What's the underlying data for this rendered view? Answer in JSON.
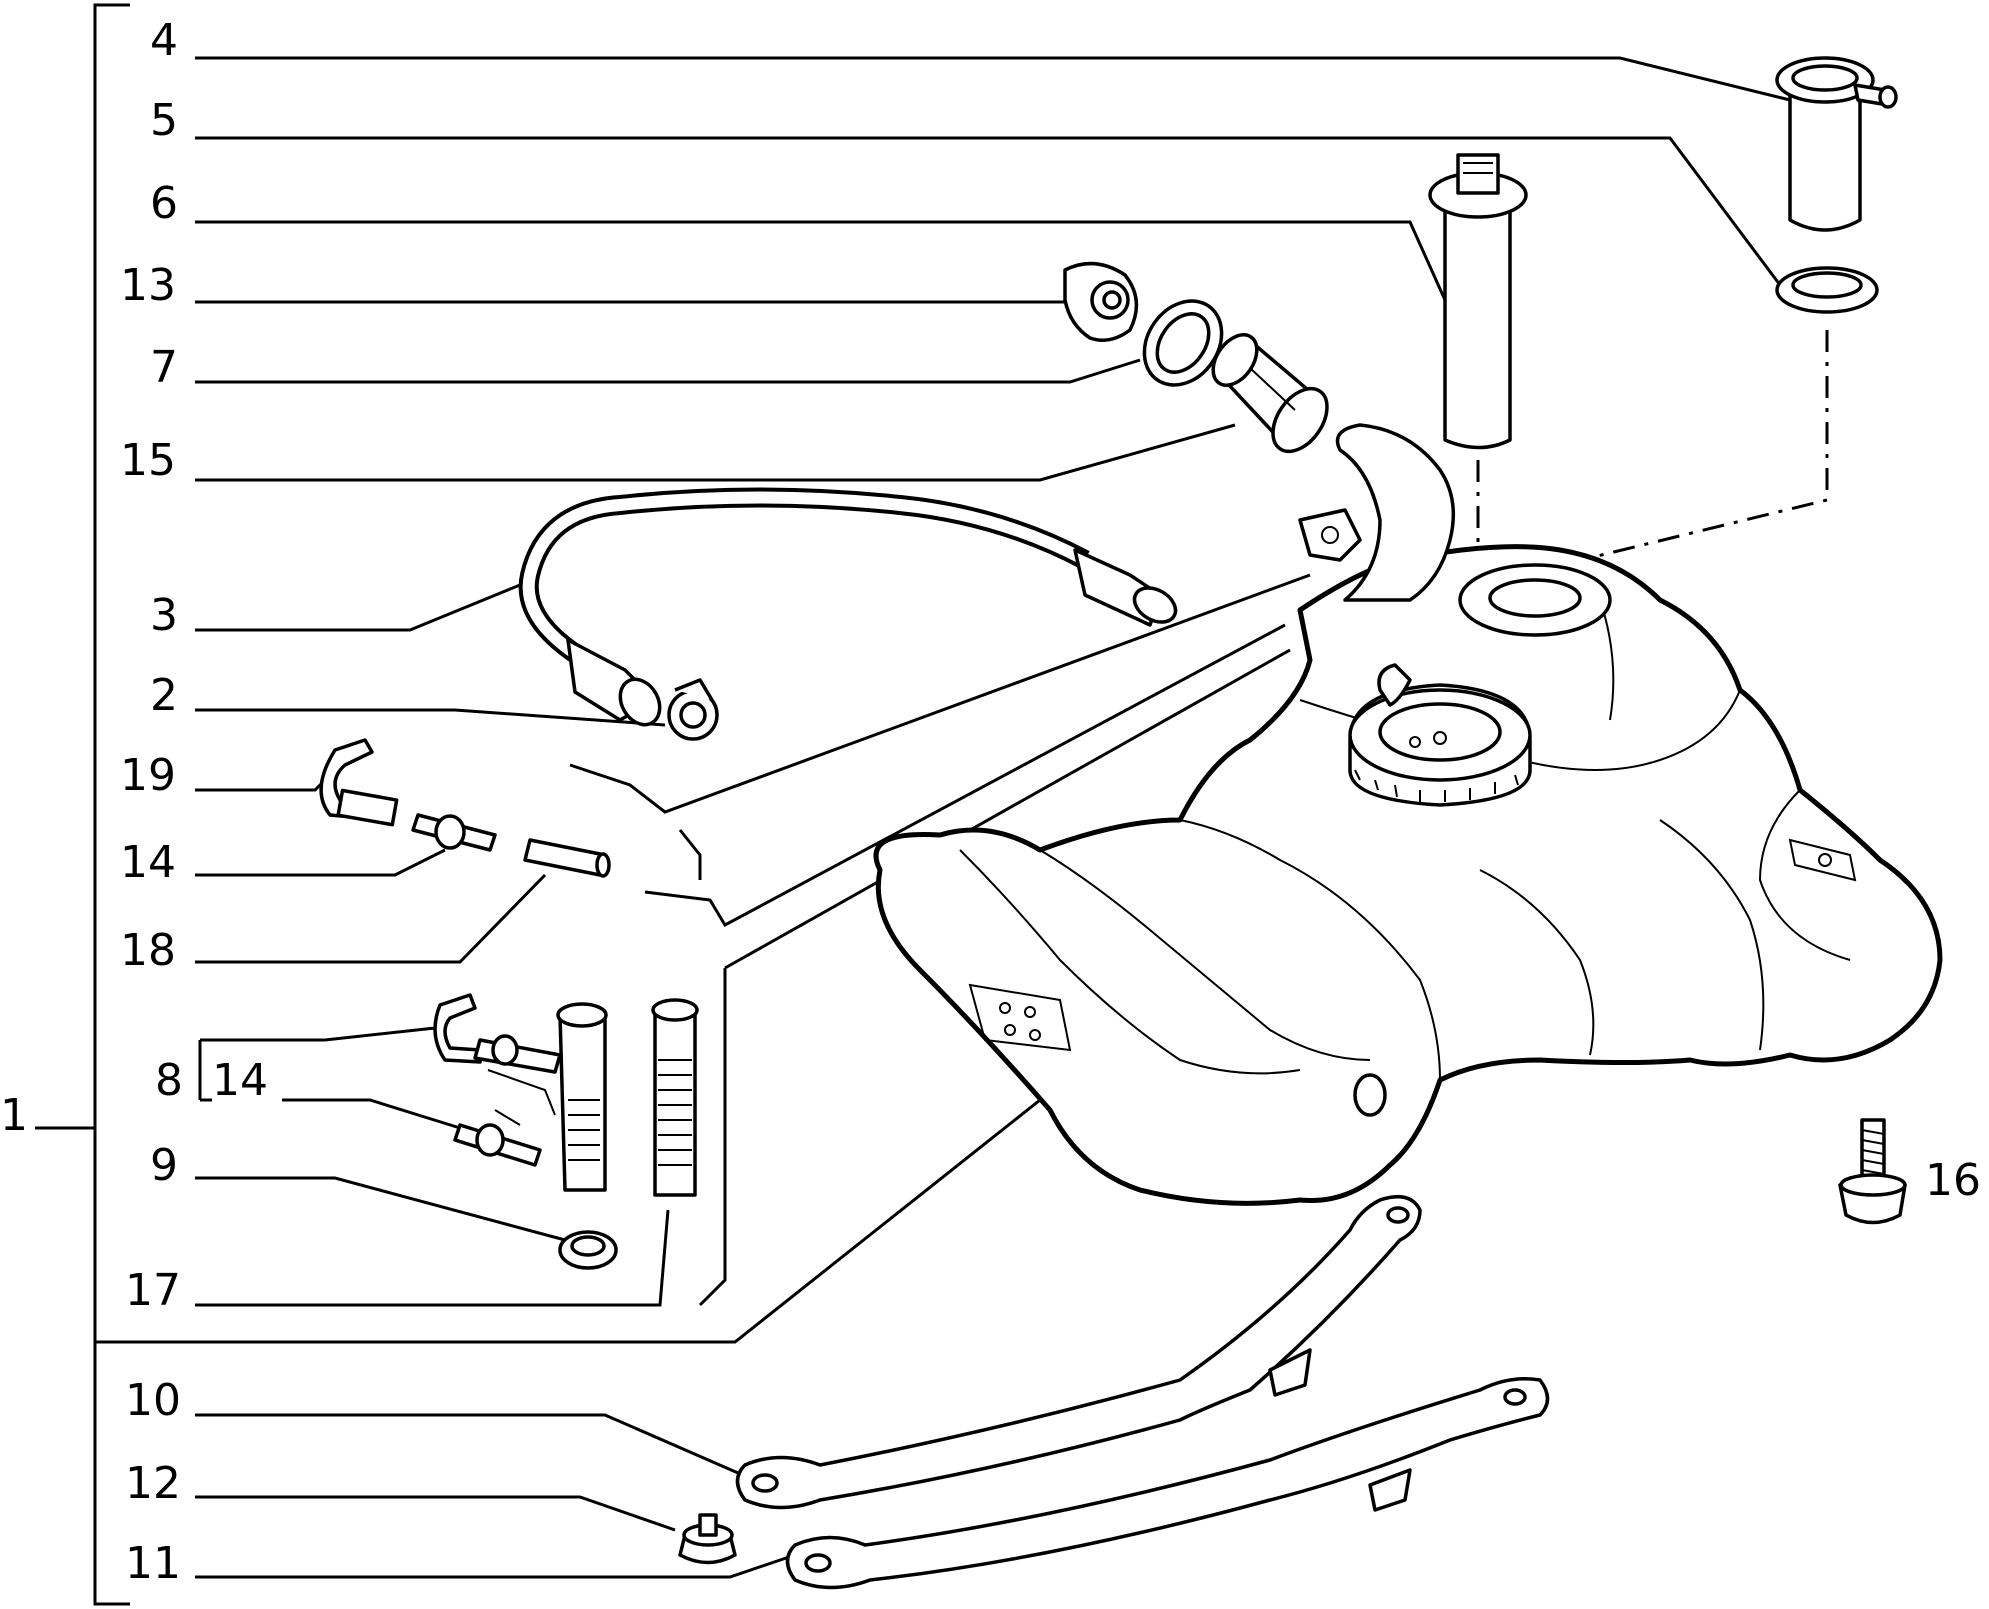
{
  "colors": {
    "ink": "#000000",
    "background": "#ffffff"
  },
  "callouts": {
    "c1": "1",
    "c2": "2",
    "c3": "3",
    "c4": "4",
    "c5": "5",
    "c6": "6",
    "c7": "7",
    "c8": "8",
    "c9": "9",
    "c10": "10",
    "c11": "11",
    "c12": "12",
    "c13": "13",
    "c14a": "14",
    "c14b": "14",
    "c15": "15",
    "c16": "16",
    "c17": "17",
    "c18": "18",
    "c19": "19"
  }
}
